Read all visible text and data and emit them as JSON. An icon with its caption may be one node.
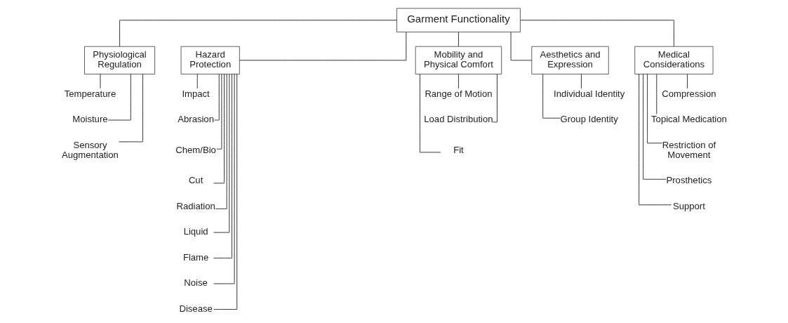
{
  "diagram": {
    "nodes": [
      {
        "text": [
          "Garment Functionality"
        ]
      },
      {
        "text": [
          "Physiological Regulation"
        ]
      },
      {
        "text": [
          "Hazard Protection"
        ]
      },
      {
        "text": [
          "Mobility and Physical Comfort"
        ]
      },
      {
        "text": [
          "Aesthetics and Expression"
        ]
      },
      {
        "text": [
          "Medical Considerations"
        ]
      },
      {
        "text": [
          "Temperature"
        ]
      },
      {
        "text": [
          "Moisture"
        ]
      },
      {
        "text": [
          "Sensory Augmentation"
        ]
      },
      {
        "text": [
          "Impact"
        ]
      },
      {
        "text": [
          "Abrasion"
        ]
      },
      {
        "text": [
          "Chem/Bio"
        ]
      },
      {
        "text": [
          "Cut"
        ]
      },
      {
        "text": [
          "Radiation"
        ]
      },
      {
        "text": [
          "Liquid"
        ]
      },
      {
        "text": [
          "Flame"
        ]
      },
      {
        "text": [
          "Noise"
        ]
      },
      {
        "text": [
          "Disease"
        ]
      },
      {
        "text": [
          "Range of Motion"
        ]
      },
      {
        "text": [
          "Load Distribution"
        ]
      },
      {
        "text": [
          "Fit"
        ]
      },
      {
        "text": [
          "Individual Identity"
        ]
      },
      {
        "text": [
          "Group Identity"
        ]
      },
      {
        "text": [
          "Compression"
        ]
      },
      {
        "text": [
          "Topical Medication"
        ]
      },
      {
        "text": [
          "Restriction of Movement"
        ]
      },
      {
        "text": [
          "Prosthetics"
        ]
      },
      {
        "text": [
          "Support"
        ]
      }
    ],
    "edges": [
      {
        "from": 0,
        "to": 1,
        "arrow": "none"
      },
      {
        "from": 0,
        "to": 2,
        "arrow": "none"
      },
      {
        "from": 0,
        "to": 3,
        "arrow": "none"
      },
      {
        "from": 0,
        "to": 4,
        "arrow": "none"
      },
      {
        "from": 0,
        "to": 5,
        "arrow": "none"
      },
      {
        "from": 1,
        "to": 6,
        "arrow": "none"
      },
      {
        "from": 1,
        "to": 7,
        "arrow": "none"
      },
      {
        "from": 1,
        "to": 8,
        "arrow": "none"
      },
      {
        "from": 2,
        "to": 9,
        "arrow": "none"
      },
      {
        "from": 2,
        "to": 10,
        "arrow": "none"
      },
      {
        "from": 2,
        "to": 11,
        "arrow": "none"
      },
      {
        "from": 2,
        "to": 12,
        "arrow": "none"
      },
      {
        "from": 2,
        "to": 13,
        "arrow": "none"
      },
      {
        "from": 2,
        "to": 14,
        "arrow": "none"
      },
      {
        "from": 2,
        "to": 15,
        "arrow": "none"
      },
      {
        "from": 2,
        "to": 16,
        "arrow": "none"
      },
      {
        "from": 2,
        "to": 17,
        "arrow": "none"
      },
      {
        "from": 3,
        "to": 18,
        "arrow": "none"
      },
      {
        "from": 3,
        "to": 19,
        "arrow": "none"
      },
      {
        "from": 3,
        "to": 20,
        "arrow": "none"
      },
      {
        "from": 4,
        "to": 21,
        "arrow": "none"
      },
      {
        "from": 4,
        "to": 22,
        "arrow": "none"
      },
      {
        "from": 5,
        "to": 23,
        "arrow": "none"
      },
      {
        "from": 5,
        "to": 24,
        "arrow": "none"
      },
      {
        "from": 5,
        "to": 25,
        "arrow": "none"
      },
      {
        "from": 5,
        "to": 26,
        "arrow": "none"
      },
      {
        "from": 5,
        "to": 27,
        "arrow": "none"
      }
    ]
  }
}
